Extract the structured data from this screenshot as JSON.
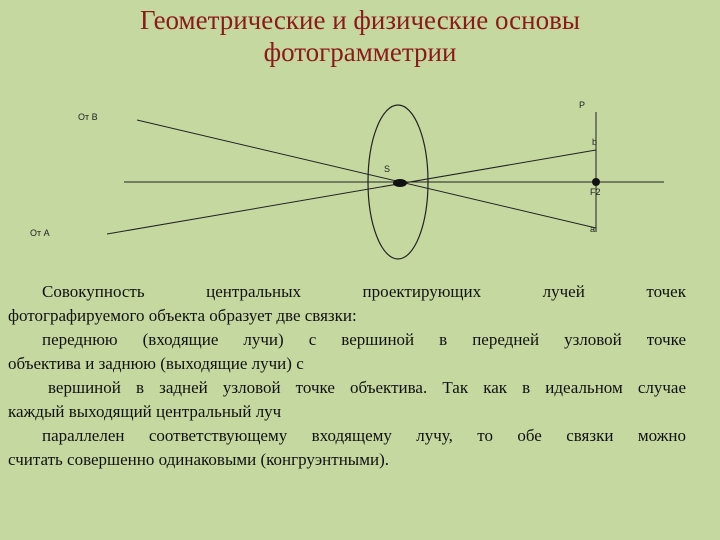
{
  "title": {
    "line1": "Геометрические и физические основы",
    "line2": "фотограмметрии"
  },
  "diagram": {
    "label_from_b": "От В",
    "label_from_a": "От А",
    "label_p": "P",
    "label_b": "b",
    "label_s": "S",
    "label_f": "F2",
    "label_a": "a"
  },
  "text": {
    "p1": "Совокупность центральных проектирующих лучей точек",
    "p2": "фотографируемого объекта образует две связки:",
    "p3": "переднюю (входящие лучи) с вершиной в передней узловой точке",
    "p4": "объектива и заднюю (выходящие лучи) с",
    "p5": "вершиной в задней узловой точке объектива. Так как в идеальном случае",
    "p6": "каждый выходящий центральный луч",
    "p7": "параллелен соответствующему входящему лучу, то обе связки можно",
    "p8": "считать совершенно одинаковыми (конгруэнтными)."
  }
}
